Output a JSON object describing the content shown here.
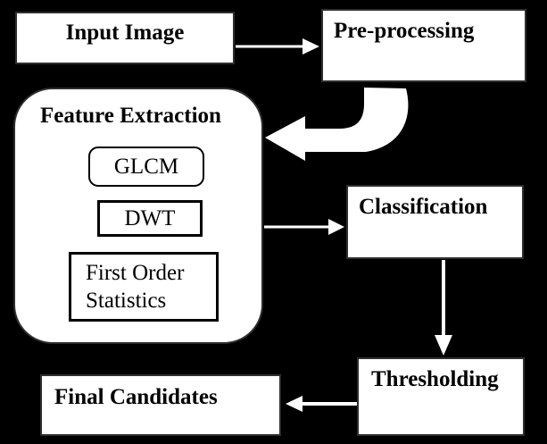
{
  "colors": {
    "background": "#000000",
    "node_fill": "#ffffff",
    "node_border": "#2e2e2e",
    "inner_node_border": "#000000",
    "text": "#000000",
    "arrow": "#ffffff"
  },
  "diagram": {
    "type": "flowchart",
    "nodes": {
      "input_image": {
        "label": "Input Image"
      },
      "pre_processing": {
        "label": "Pre-processing"
      },
      "feature_extraction": {
        "label": "Feature Extraction"
      },
      "glcm": {
        "label": "GLCM"
      },
      "dwt": {
        "label": "DWT"
      },
      "first_order_statistics": {
        "label": "First Order Statistics"
      },
      "classification": {
        "label": "Classification"
      },
      "thresholding": {
        "label": "Thresholding"
      },
      "final_candidates": {
        "label": "Final Candidates"
      }
    },
    "edges": [
      {
        "from": "Input Image",
        "to": "Pre-processing",
        "style": "thin-arrow-right"
      },
      {
        "from": "Pre-processing",
        "to": "Feature Extraction",
        "style": "thick-curved-arrow-left"
      },
      {
        "from": "Feature Extraction",
        "to": "Classification",
        "style": "thin-arrow-right"
      },
      {
        "from": "Classification",
        "to": "Thresholding",
        "style": "thin-arrow-down"
      },
      {
        "from": "Thresholding",
        "to": "Final Candidates",
        "style": "thin-arrow-left"
      }
    ]
  }
}
